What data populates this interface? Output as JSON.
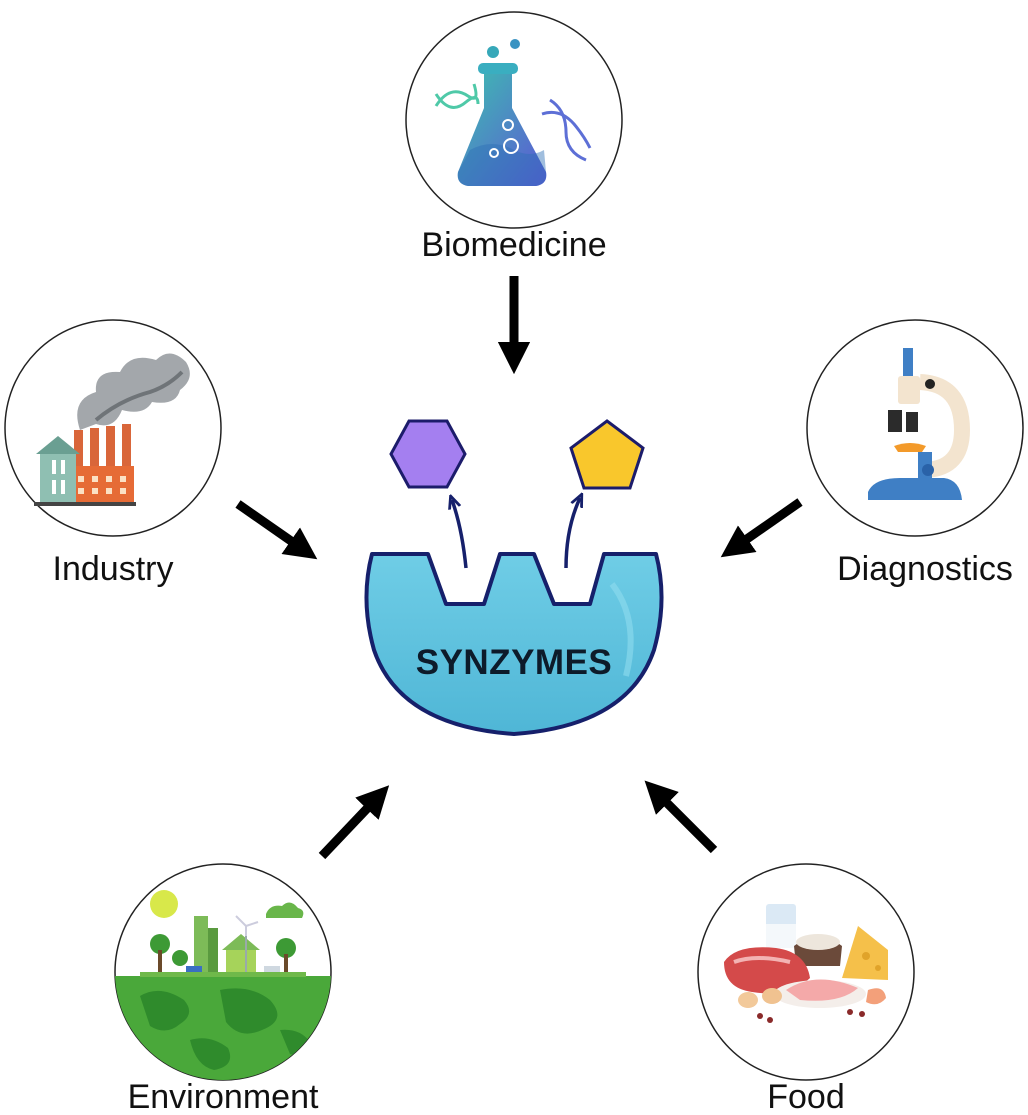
{
  "center": {
    "label": "SYNZYMES"
  },
  "applications": {
    "biomedicine": {
      "label": "Biomedicine",
      "icon": "flask-dna-icon"
    },
    "industry": {
      "label": "Industry",
      "icon": "factory-icon"
    },
    "diagnostics": {
      "label": "Diagnostics",
      "icon": "microscope-icon"
    },
    "environment": {
      "label": "Environment",
      "icon": "green-earth-icon"
    },
    "food": {
      "label": "Food",
      "icon": "food-group-icon"
    }
  },
  "colors": {
    "enzyme_fill": "#5fc3df",
    "enzyme_stroke": "#16206b",
    "product_hexagon": "#a47ff0",
    "product_pentagon": "#f9c72c",
    "arrow": "#000000"
  }
}
